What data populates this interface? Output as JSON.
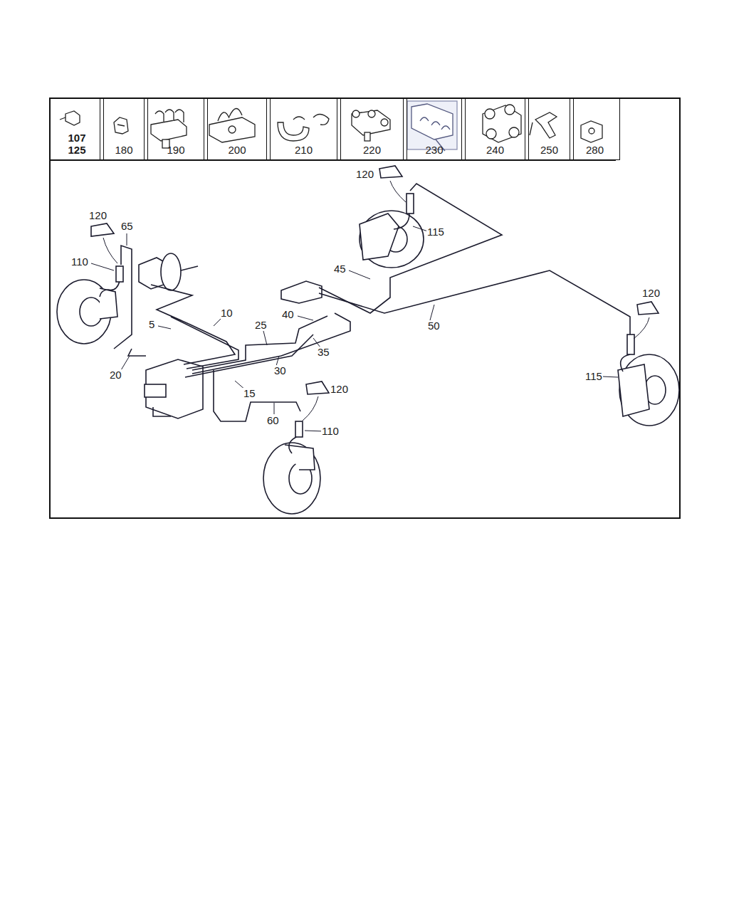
{
  "diagram": {
    "nodes": [
      {
        "text": [
          "107",
          "125"
        ]
      },
      {
        "text": [
          "180"
        ]
      },
      {
        "text": [
          "190"
        ]
      },
      {
        "text": [
          "200"
        ]
      },
      {
        "text": [
          "210"
        ]
      },
      {
        "text": [
          "220"
        ]
      },
      {
        "text": [
          "230"
        ]
      },
      {
        "text": [
          "240"
        ]
      },
      {
        "text": [
          "250"
        ]
      },
      {
        "text": [
          "280"
        ]
      }
    ],
    "labels": [
      "120",
      "120",
      "65",
      "115",
      "110",
      "45",
      "120",
      "10",
      "40",
      "5",
      "25",
      "50",
      "35",
      "20",
      "30",
      "115",
      "15",
      "120",
      "60",
      "110"
    ]
  }
}
